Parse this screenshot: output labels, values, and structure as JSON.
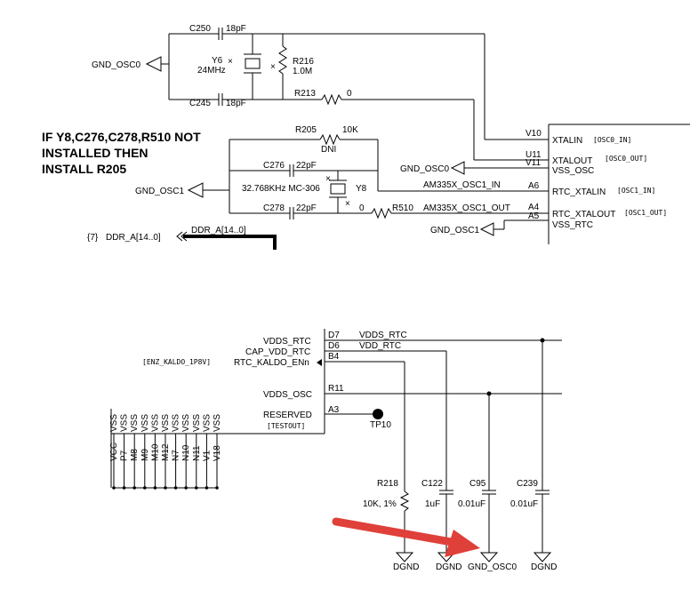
{
  "note": [
    "IF Y8,C276,C278,R510 NOT",
    "INSTALLED THEN",
    "INSTALL R205"
  ],
  "top": {
    "gnd_osc0_left": "GND_OSC0",
    "c250": "C250",
    "c250_val": "18pF",
    "c245": "C245",
    "c245_val": "18pF",
    "y6": "Y6",
    "y6_val": "24MHz",
    "r216": "R216",
    "r216_val": "1.0M",
    "r213": "R213",
    "r213_val": "0",
    "r205": "R205",
    "r205_val": "10K",
    "r205_dni": "DNI",
    "c276": "C276",
    "c276_val": "22pF",
    "c278": "C278",
    "c278_val": "22pF",
    "y8": "Y8",
    "y8_val": "32.768KHz MC-306",
    "r510_val": "0",
    "r510": "R510",
    "gnd_osc1_left": "GND_OSC1",
    "gnd_osc0_mid": "GND_OSC0",
    "gnd_osc1_right": "GND_OSC1",
    "net_osc1_in": "AM335X_OSC1_IN",
    "net_osc1_out": "AM335X_OSC1_OUT",
    "ddr_ref": "{7}",
    "ddr_label": "DDR_A[14..0]",
    "ddr_net": "DDR_A[14..0]",
    "pins": {
      "v10": "V10",
      "u11": "U11",
      "v11": "V11",
      "a6": "A6",
      "a4": "A4",
      "a5": "A5",
      "xtalin": "XTALIN",
      "xtalin_tag": "[OSC0_IN]",
      "xtalout": "XTALOUT",
      "xtalout_tag": "[OSC0_OUT]",
      "vss_osc": "VSS_OSC",
      "rtc_xtalin": "RTC_XTALIN",
      "rtc_xtalin_tag": "[OSC1_IN]",
      "rtc_xtalout": "RTC_XTALOUT",
      "rtc_xtalout_tag": "[OSC1_OUT]",
      "vss_rtc": "VSS_RTC"
    }
  },
  "bottom": {
    "vdds_rtc": "VDDS_RTC",
    "cap_vdd_rtc": "CAP_VDD_RTC",
    "rtc_kaldo": "RTC_KALDO_ENn",
    "vdds_osc": "VDDS_OSC",
    "reserved": "RESERVED",
    "testout": "[TESTOUT]",
    "enz_kaldo": "[ENZ_KALDO_1P8V]",
    "d7": "D7",
    "d6": "D6",
    "b4": "B4",
    "r11": "R11",
    "a3": "A3",
    "net_vdds_rtc": "VDDS_RTC",
    "net_vdd_rtc": "VDD_RTC",
    "tp10": "TP10",
    "r218": "R218",
    "r218_val": "10K, 1%",
    "c122": "C122",
    "c122_val": "1uF",
    "c95": "C95",
    "c95_val": "0.01uF",
    "c239": "C239",
    "c239_val": "0.01uF",
    "gnd_dgnd_1": "DGND",
    "gnd_dgnd_2": "DGND",
    "gnd_osc0": "GND_OSC0",
    "gnd_dgnd_3": "DGND",
    "vss_pins": [
      "VSS",
      "VSS",
      "VSS",
      "VSS",
      "VSS",
      "VSS",
      "VSS",
      "VSS",
      "VSS",
      "VSS",
      "VSS"
    ],
    "vss_balls": [
      "P7",
      "M8",
      "M9",
      "M10",
      "M12",
      "N7",
      "N10",
      "N11",
      "V1",
      "V18"
    ],
    "vss_first_ball": "VCC"
  },
  "annotation": {
    "arrow_color": "#e0403a"
  }
}
